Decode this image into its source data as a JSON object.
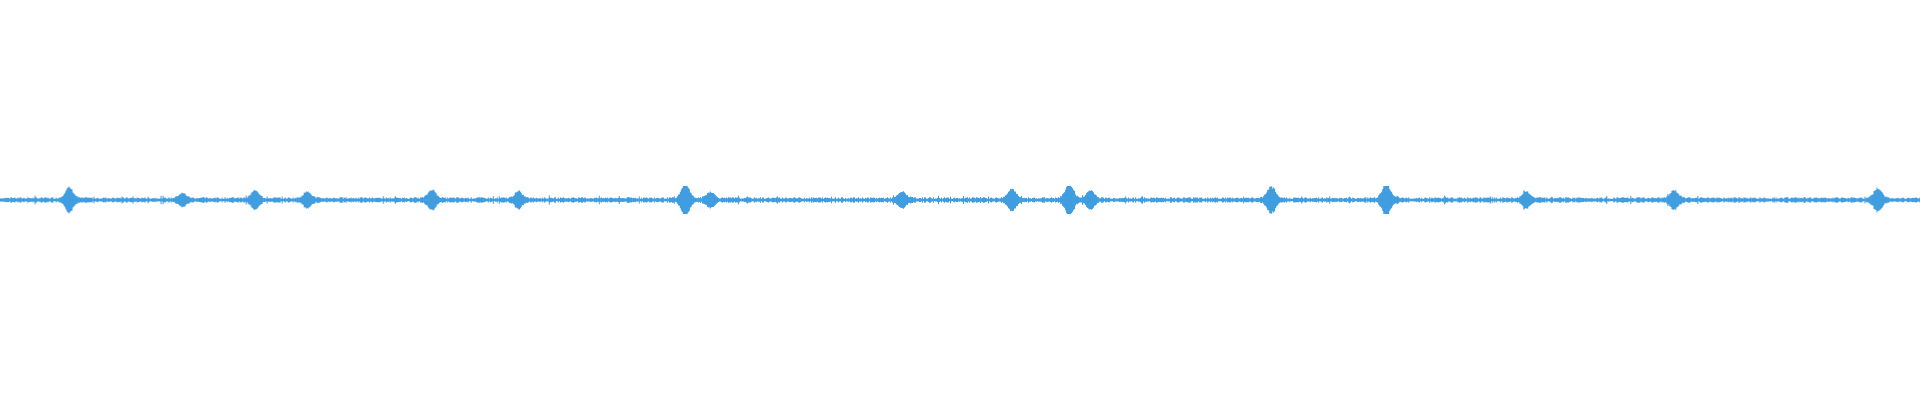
{
  "waveform": {
    "color": "#3f9de0",
    "background": "#ffffff",
    "baseline_fraction": 0.5,
    "peak_amplitude_fraction": 0.035,
    "samples": 1920,
    "seed": 7,
    "bursts": [
      {
        "at": 0.036,
        "strength": 0.75
      },
      {
        "at": 0.095,
        "strength": 0.35
      },
      {
        "at": 0.133,
        "strength": 0.55
      },
      {
        "at": 0.16,
        "strength": 0.45
      },
      {
        "at": 0.225,
        "strength": 0.6
      },
      {
        "at": 0.27,
        "strength": 0.45
      },
      {
        "at": 0.357,
        "strength": 1.0
      },
      {
        "at": 0.37,
        "strength": 0.45
      },
      {
        "at": 0.47,
        "strength": 0.45
      },
      {
        "at": 0.527,
        "strength": 0.65
      },
      {
        "at": 0.557,
        "strength": 1.0
      },
      {
        "at": 0.568,
        "strength": 0.55
      },
      {
        "at": 0.662,
        "strength": 0.8
      },
      {
        "at": 0.722,
        "strength": 1.0
      },
      {
        "at": 0.795,
        "strength": 0.45
      },
      {
        "at": 0.872,
        "strength": 0.55
      },
      {
        "at": 0.978,
        "strength": 0.7
      }
    ]
  }
}
